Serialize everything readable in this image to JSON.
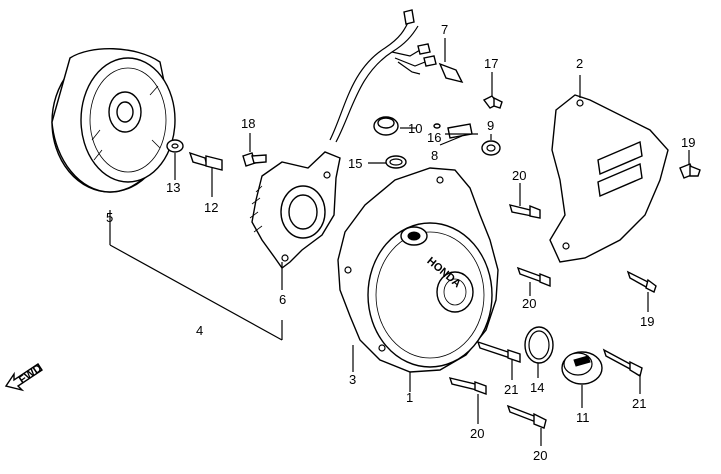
{
  "diagram": {
    "direction_label": "FWD",
    "part_labels": {
      "p1": "1",
      "p2": "2",
      "p3": "3",
      "p4": "4",
      "p5": "5",
      "p6": "6",
      "p7": "7",
      "p8": "8",
      "p9": "9",
      "p10": "10",
      "p11": "11",
      "p12": "12",
      "p13": "13",
      "p15": "15",
      "p16": "16",
      "p17": "17",
      "p18": "18",
      "p19a": "19",
      "p19b": "19",
      "p20a": "20",
      "p20b": "20",
      "p20c": "20",
      "p20d": "20",
      "p21a": "21",
      "p21b": "21",
      "p14": "14"
    },
    "cover_logo": "HONDA"
  }
}
